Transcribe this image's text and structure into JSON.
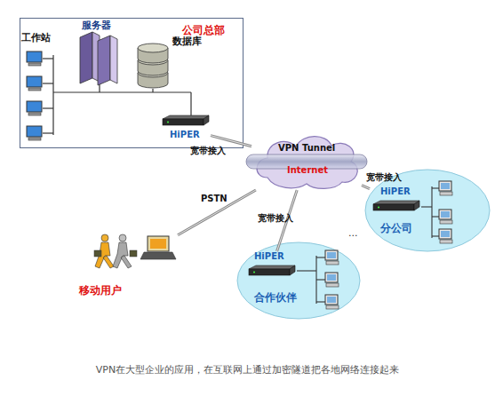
{
  "diagram": {
    "caption": "VPN在大型企业的应用，在互联网上通过加密隧道把各地网络连接起来",
    "nodes": [
      {
        "text": [
          "公司总部"
        ]
      },
      {
        "text": [
          "HiPER"
        ],
        "in": 0
      },
      {
        "text": [
          "VPN Tunnel",
          "Internet"
        ]
      },
      {
        "text": [
          "移动用户"
        ]
      },
      {
        "text": [
          "合作伙伴"
        ]
      },
      {
        "text": [
          "HiPER"
        ],
        "in": 4
      },
      {
        "text": [
          "分公司"
        ]
      },
      {
        "text": [
          "HiPER"
        ],
        "in": 6
      }
    ],
    "edges": [
      {
        "from": 1,
        "to": 2,
        "arrow": "none",
        "label": "宽带接入"
      },
      {
        "from": 3,
        "to": 2,
        "arrow": "none",
        "label": "PSTN"
      },
      {
        "from": 5,
        "to": 2,
        "arrow": "none",
        "label": "宽带接入"
      },
      {
        "from": 7,
        "to": 2,
        "arrow": "none",
        "label": "宽带接入"
      }
    ],
    "labels": [
      "工作站",
      "服务器",
      "数据库",
      "..."
    ]
  }
}
